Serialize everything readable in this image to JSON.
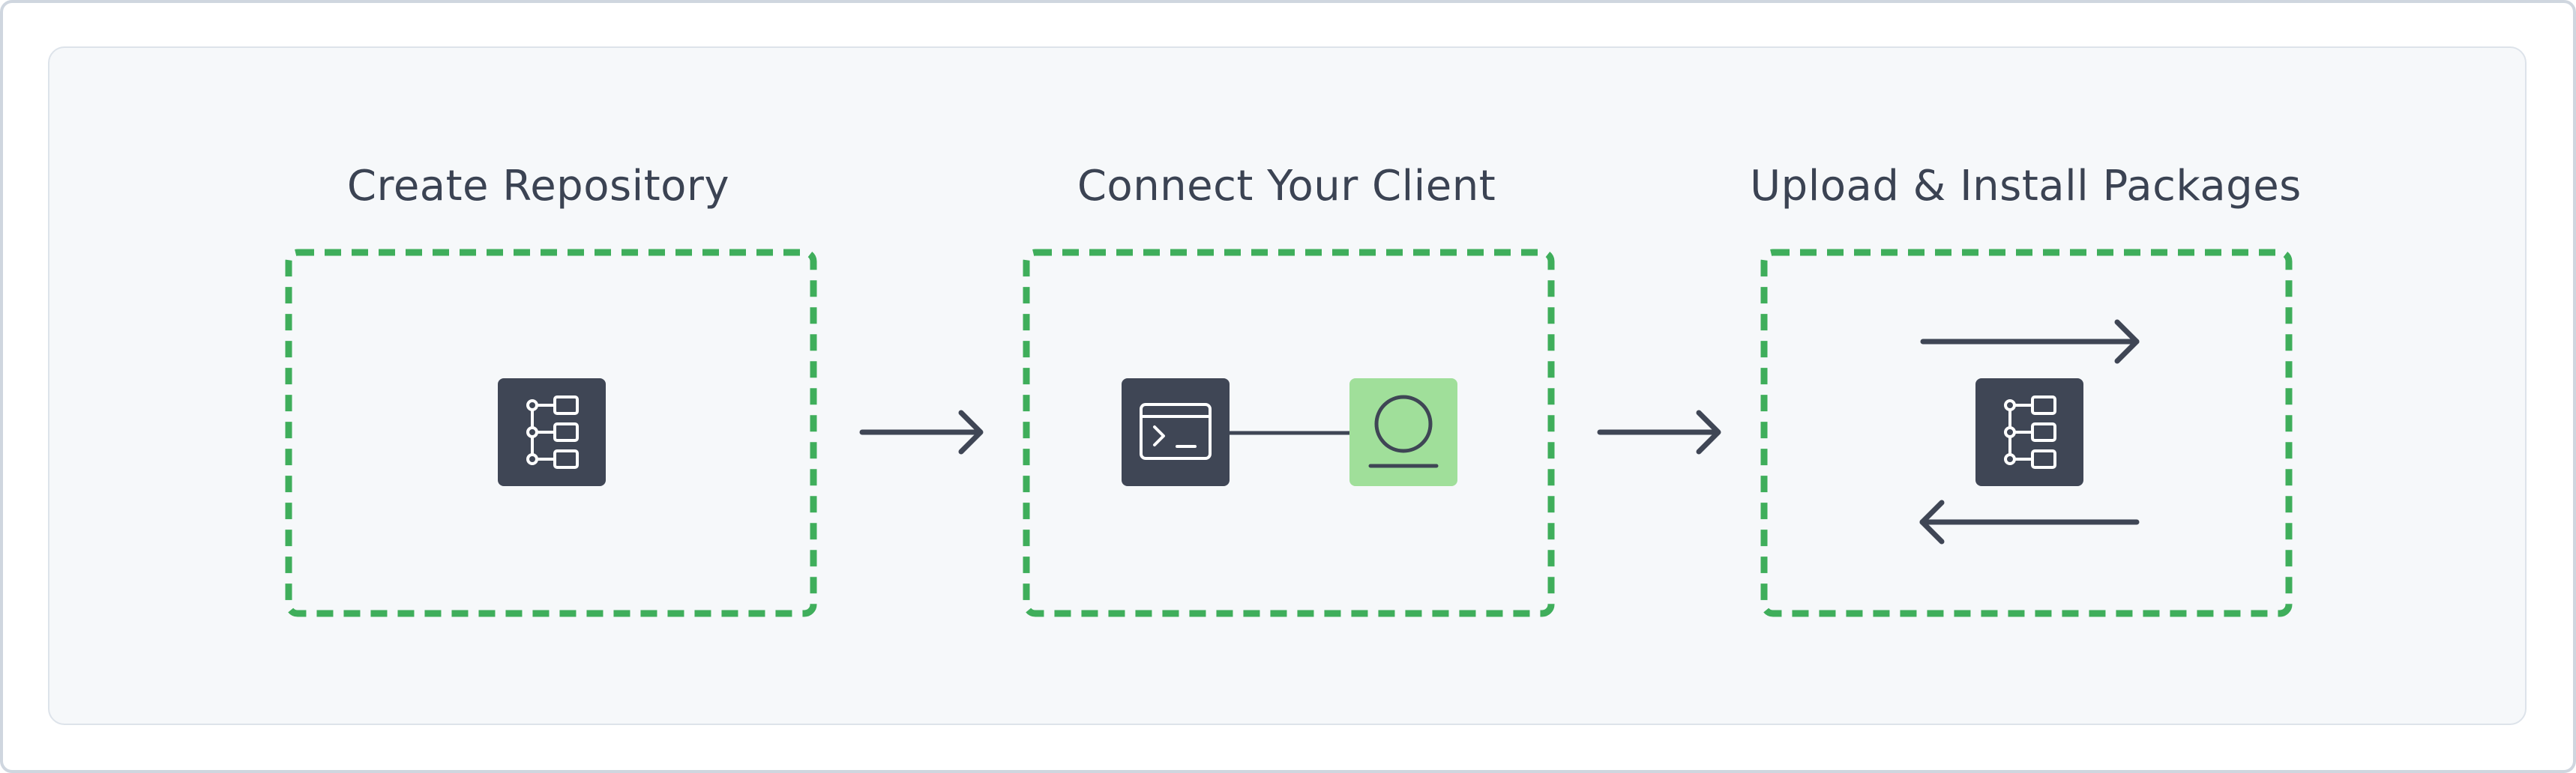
{
  "steps": [
    {
      "title": "Create Repository",
      "icon": "repository-tree-icon"
    },
    {
      "title": "Connect Your Client",
      "icons": [
        "terminal-icon",
        "client-user-icon"
      ]
    },
    {
      "title": "Upload & Install Packages",
      "icons": [
        "repository-tree-icon",
        "upload-arrow-icon",
        "download-arrow-icon"
      ]
    }
  ],
  "colors": {
    "box_border": "#3fae5b",
    "icon_dark": "#3f4655",
    "icon_green": "#a0df9a",
    "arrow": "#3f4655",
    "title_text": "#3b4353"
  }
}
